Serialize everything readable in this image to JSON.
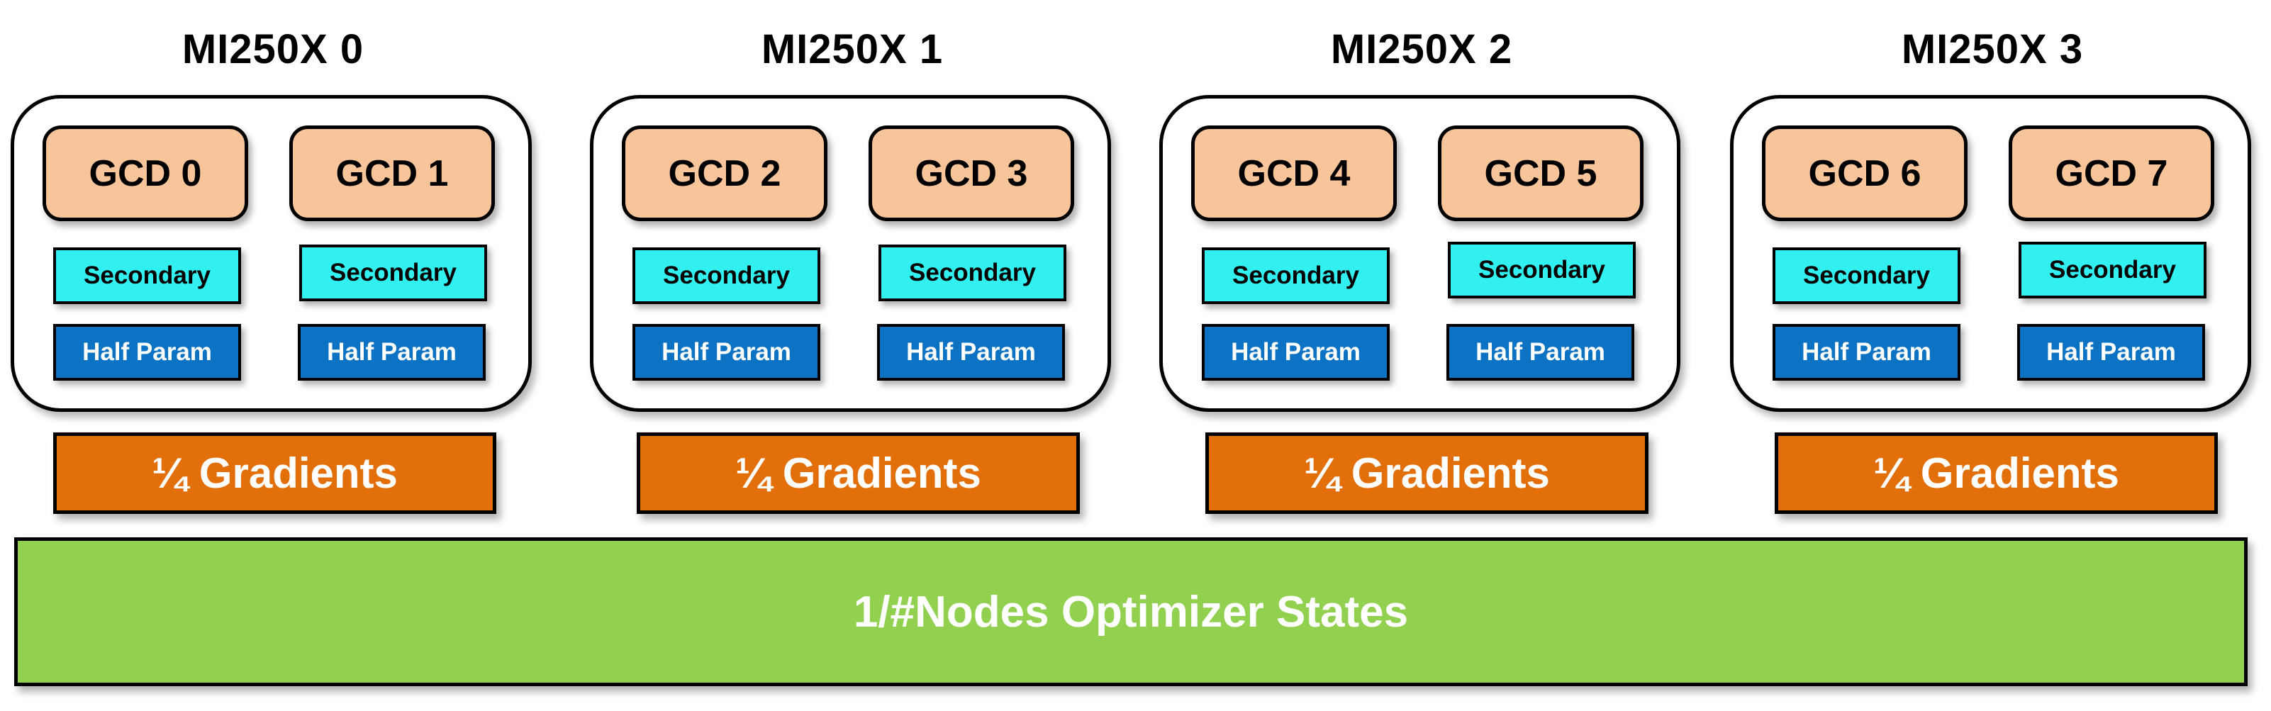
{
  "gpus": [
    {
      "title": "MI250X 0",
      "gcds": [
        {
          "label": "GCD 0",
          "secondary": "Secondary",
          "half_param": "Half Param"
        },
        {
          "label": "GCD 1",
          "secondary": "Secondary",
          "half_param": "Half Param"
        }
      ],
      "gradients": "¼ Gradients"
    },
    {
      "title": "MI250X 1",
      "gcds": [
        {
          "label": "GCD 2",
          "secondary": "Secondary",
          "half_param": "Half Param"
        },
        {
          "label": "GCD 3",
          "secondary": "Secondary",
          "half_param": "Half Param"
        }
      ],
      "gradients": "¼ Gradients"
    },
    {
      "title": "MI250X 2",
      "gcds": [
        {
          "label": "GCD 4",
          "secondary": "Secondary",
          "half_param": "Half Param"
        },
        {
          "label": "GCD 5",
          "secondary": "Secondary",
          "half_param": "Half Param"
        }
      ],
      "gradients": "¼ Gradients"
    },
    {
      "title": "MI250X 3",
      "gcds": [
        {
          "label": "GCD 6",
          "secondary": "Secondary",
          "half_param": "Half Param"
        },
        {
          "label": "GCD 7",
          "secondary": "Secondary",
          "half_param": "Half Param"
        }
      ],
      "gradients": "¼ Gradients"
    }
  ],
  "optimizer_states": "1/#Nodes Optimizer States",
  "colors": {
    "gcd_fill": "#f8c49a",
    "secondary_fill": "#33f0f0",
    "half_param_fill": "#0b72c4",
    "gradients_fill": "#e36f0b",
    "optimizer_fill": "#92d050"
  }
}
